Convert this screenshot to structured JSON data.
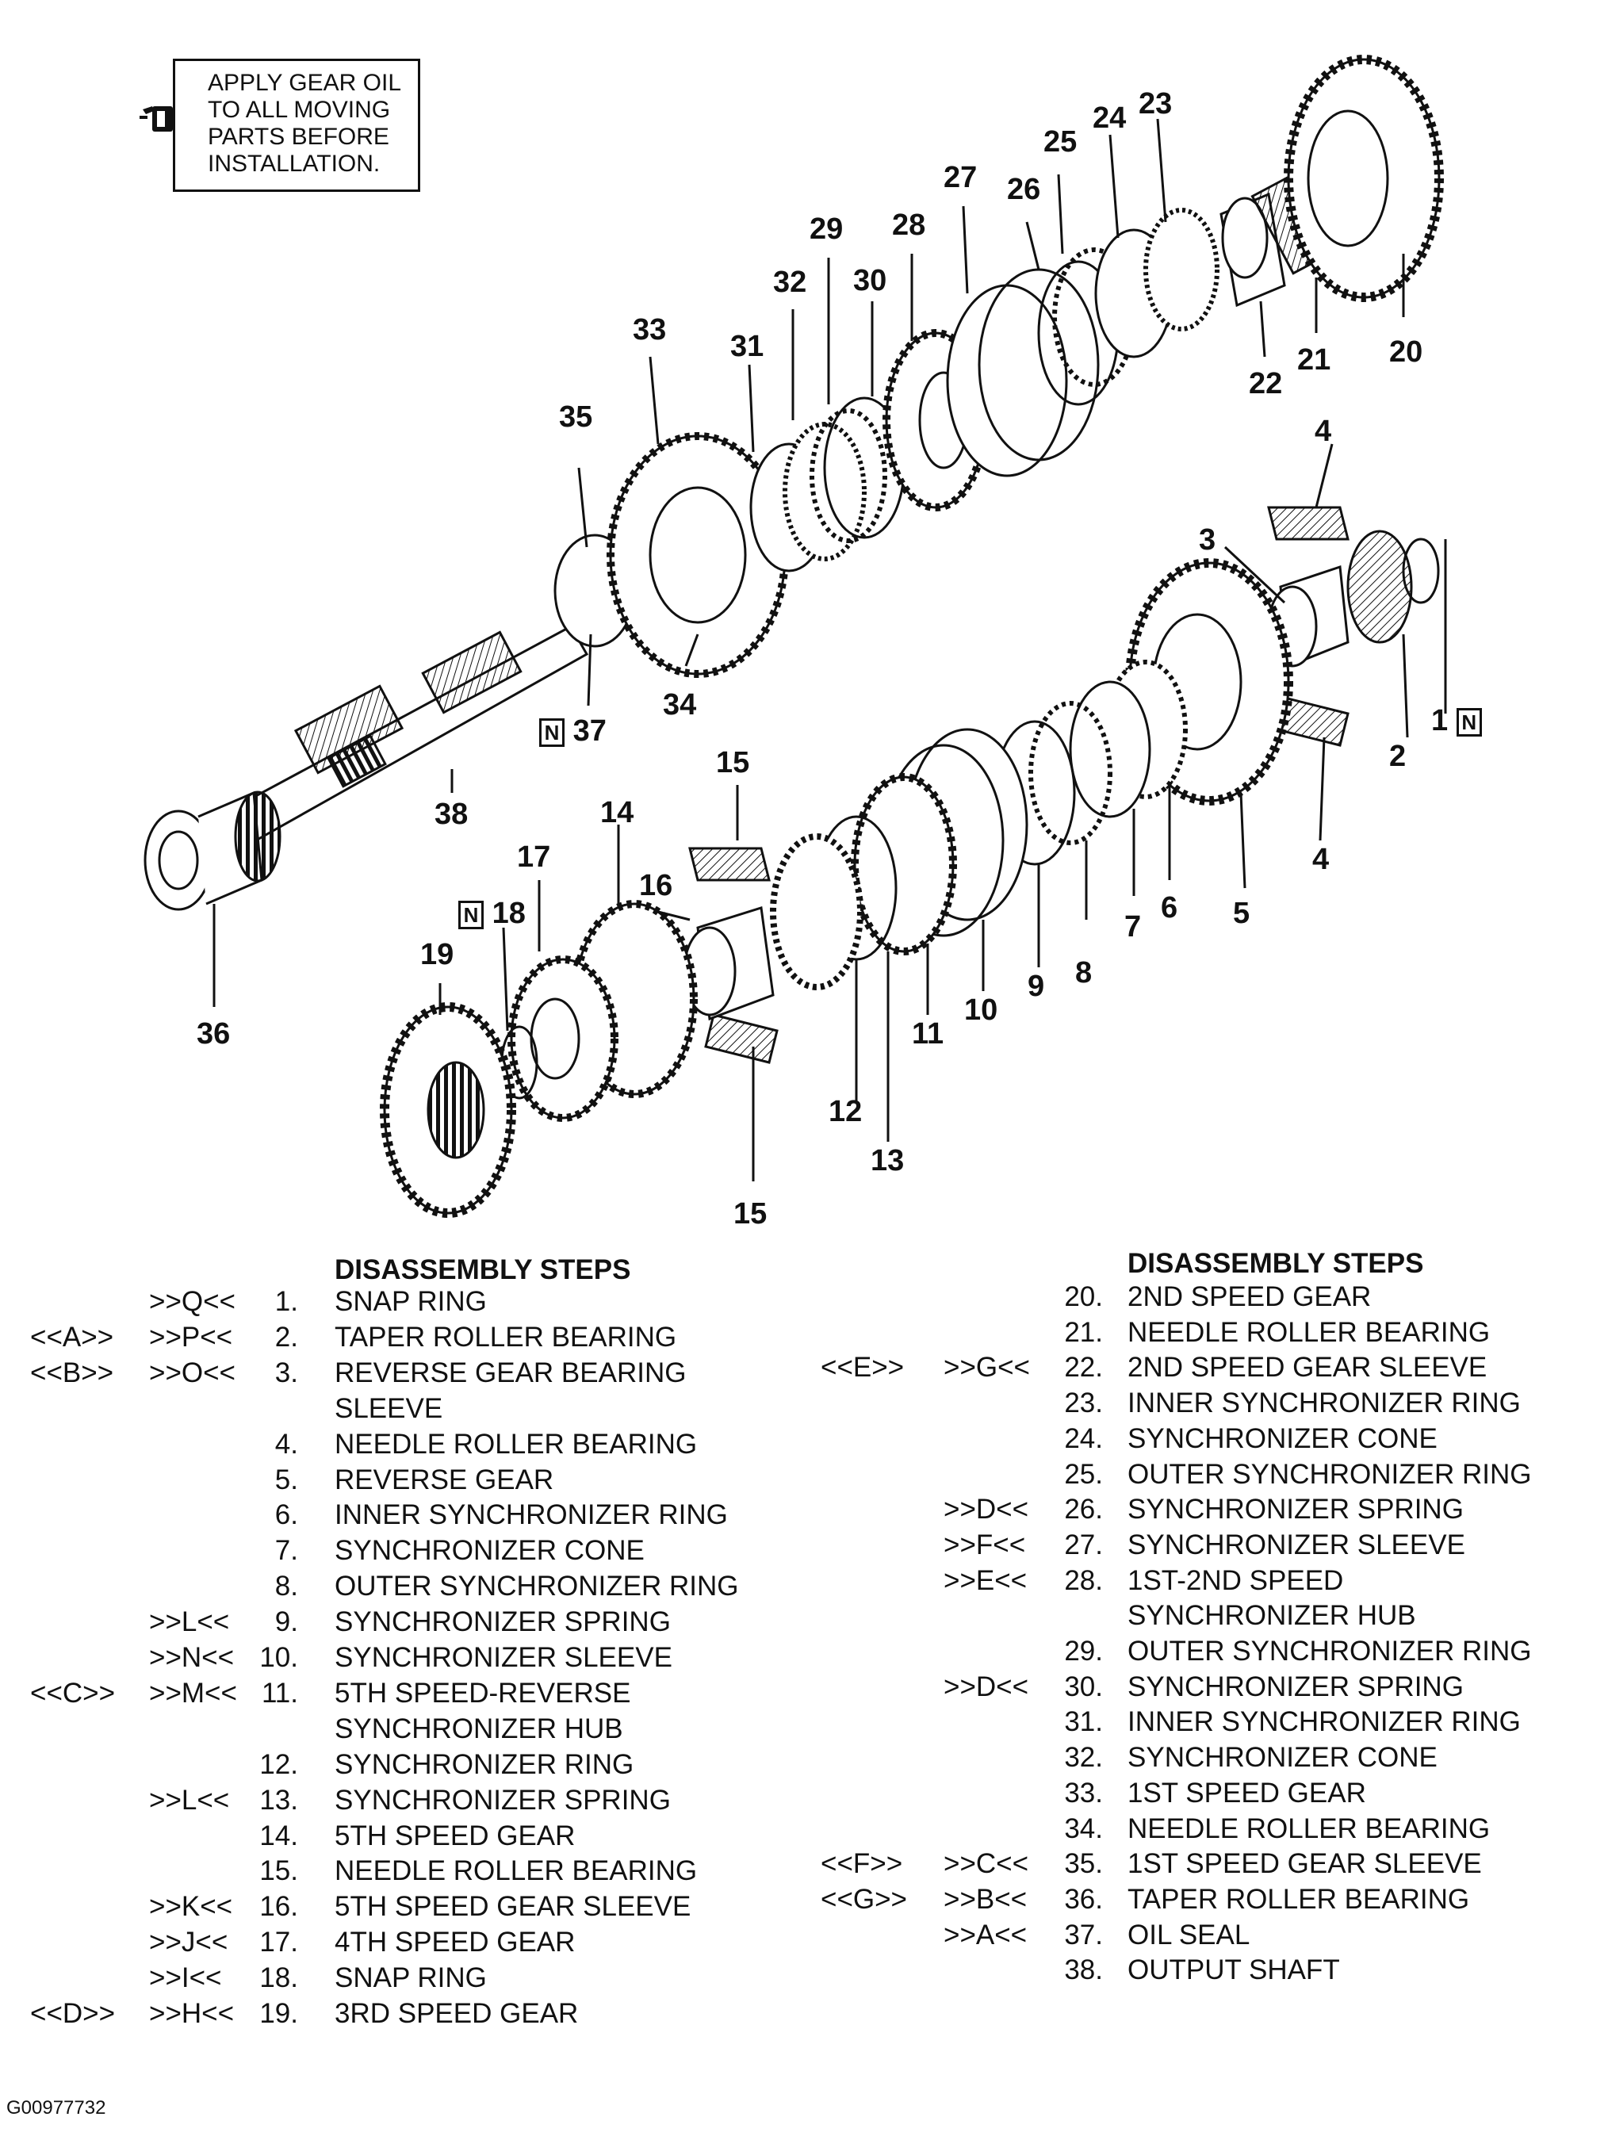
{
  "note": {
    "lines": [
      "APPLY GEAR OIL",
      "TO ALL MOVING",
      "PARTS BEFORE",
      "INSTALLATION."
    ],
    "icon": "oil-can-icon"
  },
  "callouts": [
    {
      "n": "1",
      "badge": "N"
    },
    {
      "n": "2"
    },
    {
      "n": "3"
    },
    {
      "n": "4"
    },
    {
      "n": "4"
    },
    {
      "n": "5"
    },
    {
      "n": "6"
    },
    {
      "n": "7"
    },
    {
      "n": "8"
    },
    {
      "n": "9"
    },
    {
      "n": "10"
    },
    {
      "n": "11"
    },
    {
      "n": "12"
    },
    {
      "n": "13"
    },
    {
      "n": "14"
    },
    {
      "n": "15"
    },
    {
      "n": "15"
    },
    {
      "n": "16"
    },
    {
      "n": "17"
    },
    {
      "n": "18",
      "badge": "N"
    },
    {
      "n": "19"
    },
    {
      "n": "20"
    },
    {
      "n": "21"
    },
    {
      "n": "22"
    },
    {
      "n": "23"
    },
    {
      "n": "24"
    },
    {
      "n": "25"
    },
    {
      "n": "26"
    },
    {
      "n": "27"
    },
    {
      "n": "28"
    },
    {
      "n": "29"
    },
    {
      "n": "30"
    },
    {
      "n": "31"
    },
    {
      "n": "32"
    },
    {
      "n": "33"
    },
    {
      "n": "34"
    },
    {
      "n": "35"
    },
    {
      "n": "36"
    },
    {
      "n": "37",
      "badge": "N"
    },
    {
      "n": "38"
    }
  ],
  "left_steps": {
    "heading": "DISASSEMBLY STEPS",
    "rows": [
      {
        "a": "",
        "b": ">>Q<<",
        "num": "1.",
        "name": "SNAP RING"
      },
      {
        "a": "<<A>>",
        "b": ">>P<<",
        "num": "2.",
        "name": "TAPER ROLLER BEARING"
      },
      {
        "a": "<<B>>",
        "b": ">>O<<",
        "num": "3.",
        "name": "REVERSE GEAR BEARING"
      },
      {
        "a": "",
        "b": "",
        "num": "",
        "name": "SLEEVE"
      },
      {
        "a": "",
        "b": "",
        "num": "4.",
        "name": "NEEDLE ROLLER BEARING"
      },
      {
        "a": "",
        "b": "",
        "num": "5.",
        "name": "REVERSE GEAR"
      },
      {
        "a": "",
        "b": "",
        "num": "6.",
        "name": "INNER SYNCHRONIZER RING"
      },
      {
        "a": "",
        "b": "",
        "num": "7.",
        "name": "SYNCHRONIZER CONE"
      },
      {
        "a": "",
        "b": "",
        "num": "8.",
        "name": "OUTER SYNCHRONIZER RING"
      },
      {
        "a": "",
        "b": ">>L<<",
        "num": "9.",
        "name": "SYNCHRONIZER SPRING"
      },
      {
        "a": "",
        "b": ">>N<<",
        "num": "10.",
        "name": "SYNCHRONIZER SLEEVE"
      },
      {
        "a": "<<C>>",
        "b": ">>M<<",
        "num": "11.",
        "name": "5TH SPEED-REVERSE"
      },
      {
        "a": "",
        "b": "",
        "num": "",
        "name": "SYNCHRONIZER HUB"
      },
      {
        "a": "",
        "b": "",
        "num": "12.",
        "name": "SYNCHRONIZER RING"
      },
      {
        "a": "",
        "b": ">>L<<",
        "num": "13.",
        "name": "SYNCHRONIZER SPRING"
      },
      {
        "a": "",
        "b": "",
        "num": "14.",
        "name": "5TH SPEED GEAR"
      },
      {
        "a": "",
        "b": "",
        "num": "15.",
        "name": "NEEDLE ROLLER BEARING"
      },
      {
        "a": "",
        "b": ">>K<<",
        "num": "16.",
        "name": "5TH SPEED GEAR SLEEVE"
      },
      {
        "a": "",
        "b": ">>J<<",
        "num": "17.",
        "name": "4TH SPEED GEAR"
      },
      {
        "a": "",
        "b": ">>I<<",
        "num": "18.",
        "name": "SNAP RING"
      },
      {
        "a": "<<D>>",
        "b": ">>H<<",
        "num": "19.",
        "name": "3RD SPEED GEAR"
      }
    ]
  },
  "right_steps": {
    "heading": "DISASSEMBLY STEPS",
    "rows": [
      {
        "a": "",
        "b": "",
        "num": "20.",
        "name": "2ND SPEED GEAR"
      },
      {
        "a": "",
        "b": "",
        "num": "21.",
        "name": "NEEDLE ROLLER BEARING"
      },
      {
        "a": "<<E>>",
        "b": ">>G<<",
        "num": "22.",
        "name": "2ND SPEED GEAR SLEEVE"
      },
      {
        "a": "",
        "b": "",
        "num": "23.",
        "name": "INNER SYNCHRONIZER RING"
      },
      {
        "a": "",
        "b": "",
        "num": "24.",
        "name": "SYNCHRONIZER CONE"
      },
      {
        "a": "",
        "b": "",
        "num": "25.",
        "name": "OUTER SYNCHRONIZER RING"
      },
      {
        "a": "",
        "b": ">>D<<",
        "num": "26.",
        "name": "SYNCHRONIZER SPRING"
      },
      {
        "a": "",
        "b": ">>F<<",
        "num": "27.",
        "name": "SYNCHRONIZER SLEEVE"
      },
      {
        "a": "",
        "b": ">>E<<",
        "num": "28.",
        "name": "1ST-2ND SPEED"
      },
      {
        "a": "",
        "b": "",
        "num": "",
        "name": "SYNCHRONIZER HUB"
      },
      {
        "a": "",
        "b": "",
        "num": "29.",
        "name": "OUTER SYNCHRONIZER RING"
      },
      {
        "a": "",
        "b": ">>D<<",
        "num": "30.",
        "name": "SYNCHRONIZER SPRING"
      },
      {
        "a": "",
        "b": "",
        "num": "31.",
        "name": "INNER SYNCHRONIZER RING"
      },
      {
        "a": "",
        "b": "",
        "num": "32.",
        "name": "SYNCHRONIZER CONE"
      },
      {
        "a": "",
        "b": "",
        "num": "33.",
        "name": "1ST SPEED GEAR"
      },
      {
        "a": "",
        "b": "",
        "num": "34.",
        "name": "NEEDLE ROLLER BEARING"
      },
      {
        "a": "<<F>>",
        "b": ">>C<<",
        "num": "35.",
        "name": "1ST SPEED GEAR SLEEVE"
      },
      {
        "a": "<<G>>",
        "b": ">>B<<",
        "num": "36.",
        "name": "TAPER ROLLER BEARING"
      },
      {
        "a": "",
        "b": ">>A<<",
        "num": "37.",
        "name": "OIL SEAL"
      },
      {
        "a": "",
        "b": "",
        "num": "38.",
        "name": "OUTPUT SHAFT"
      }
    ]
  },
  "figure_id": "G00977732"
}
